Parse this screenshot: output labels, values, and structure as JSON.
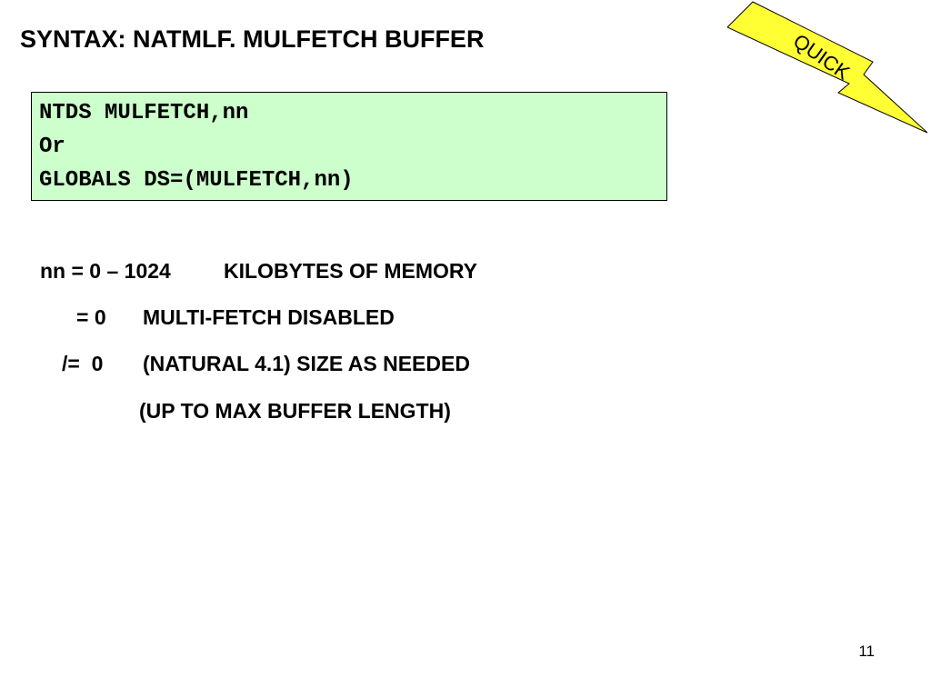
{
  "slide": {
    "title": "SYNTAX: NATMLF. MULFETCH BUFFER",
    "code_box": {
      "background": "#ccffcc",
      "lines": [
        "NTDS MULFETCH,nn",
        "Or",
        "GLOBALS DS=(MULFETCH,nn)"
      ]
    },
    "notes": {
      "range_lhs": "nn = 0 – 1024",
      "range_desc": "KILOBYTES OF MEMORY",
      "zero_lhs": "= 0",
      "zero_desc": "MULTI-FETCH DISABLED",
      "nonzero_lhs": "/=  0",
      "nonzero_desc": "(NATURAL 4.1) SIZE AS NEEDED",
      "nonzero_desc_cont": "(UP TO MAX BUFFER LENGTH)"
    },
    "badge": {
      "label": "QUICK",
      "icon": "lightning-bolt-icon",
      "fill": "#ffff33"
    },
    "page_number": "11"
  }
}
